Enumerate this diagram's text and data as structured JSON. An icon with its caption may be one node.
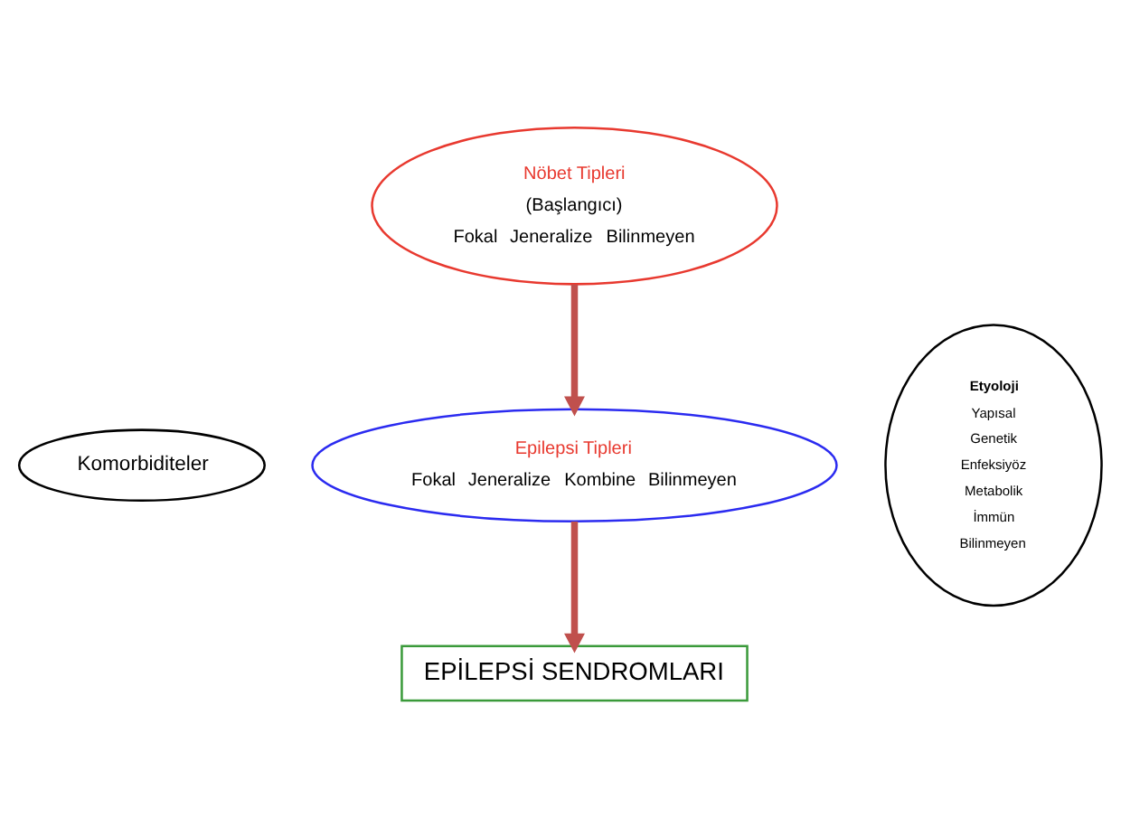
{
  "diagram": {
    "nodes": [
      {
        "text": [
          "Nöbet Tipleri",
          "(Başlangıcı)",
          "Fokal",
          "Jeneralize",
          "Bilinmeyen"
        ]
      },
      {
        "text": [
          "Epilepsi Tipleri",
          "Fokal",
          "Jeneralize",
          "Kombine",
          "Bilinmeyen"
        ]
      },
      {
        "text": [
          "EPİLEPSİ SENDROMLARI"
        ]
      },
      {
        "text": [
          "Komorbiditeler"
        ]
      },
      {
        "text": [
          "Etyoloji",
          "Yapısal",
          "Genetik",
          "Enfeksiyöz",
          "Metabolik",
          "İmmün",
          "Bilinmeyen"
        ]
      }
    ],
    "edges": [
      {
        "from": 0,
        "to": 1,
        "arrow": "to"
      },
      {
        "from": 1,
        "to": 2,
        "arrow": "to"
      }
    ]
  }
}
